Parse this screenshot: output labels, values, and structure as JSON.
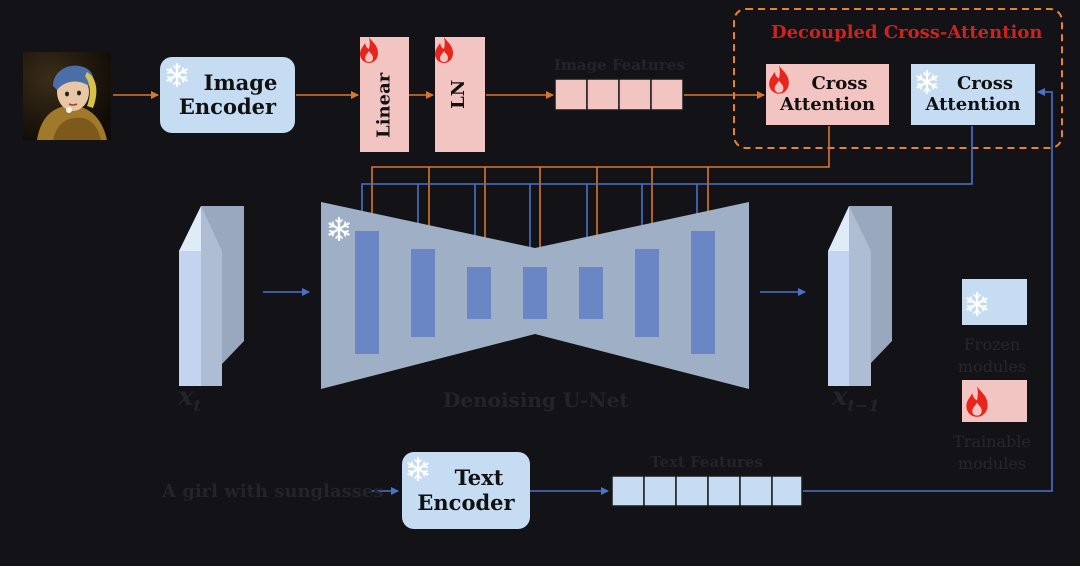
{
  "image_encoder": {
    "line1": "Image",
    "line2": "Encoder"
  },
  "linear_label": "Linear",
  "ln_label": "LN",
  "image_features_label": "Image Features",
  "decoupled_title": "Decoupled Cross-Attention",
  "cross_attn_trainable": {
    "line1": "Cross",
    "line2": "Attention"
  },
  "cross_attn_frozen": {
    "line1": "Cross",
    "line2": "Attention"
  },
  "unet_label": "Denoising U-Net",
  "xt_label": {
    "base": "x",
    "sub": "t"
  },
  "xt1_label": {
    "base": "x",
    "sub": "t−1"
  },
  "prompt_text": "A girl with sunglasses",
  "text_encoder": {
    "line1": "Text",
    "line2": "Encoder"
  },
  "text_features_label": "Text Features",
  "legend": {
    "frozen_line1": "Frozen",
    "frozen_line2": "modules",
    "trainable_line1": "Trainable",
    "trainable_line2": "modules"
  },
  "colors": {
    "background": "#131317",
    "frozen": "#c5dcf2",
    "trainable": "#f2c4c2",
    "orange_arrow": "#d9772e",
    "blue_arrow": "#4a72c9",
    "unet_body": "#9fb0c6",
    "unet_block": "#6a86c4",
    "dashed_border": "#e8832a",
    "title_red": "#c9241e"
  },
  "icons": {
    "frozen": "snowflake-icon",
    "trainable": "flame-icon"
  }
}
